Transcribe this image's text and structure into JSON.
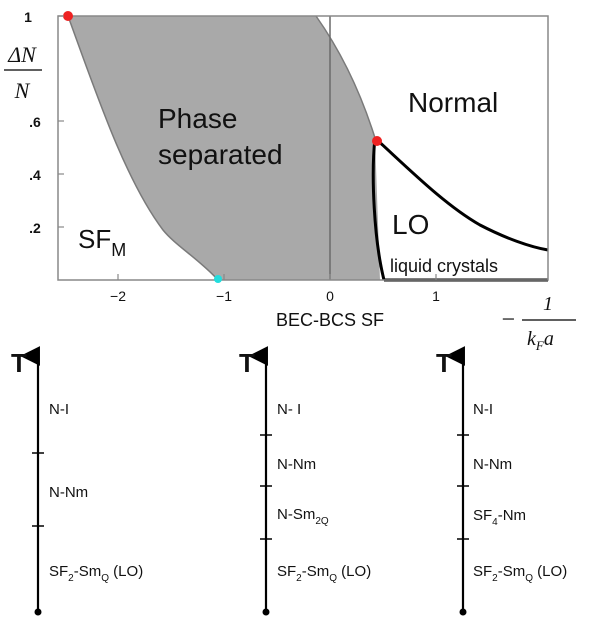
{
  "phase_diagram": {
    "regions": {
      "phase_separated_line1": "Phase",
      "phase_separated_line2": "separated",
      "normal": "Normal",
      "lo": "LO",
      "liquid_crystals": "liquid crystals",
      "sf_m_main": "SF",
      "sf_m_sub": "M"
    },
    "y_axis": {
      "label_top": "ΔN",
      "label_bottom": "N",
      "ticks": [
        "1",
        ".6",
        ".4",
        ".2"
      ],
      "tick_values": [
        1,
        0.6,
        0.4,
        0.2
      ]
    },
    "x_axis": {
      "label": "BEC-BCS SF",
      "ticks": [
        "−2",
        "−1",
        "0",
        "1"
      ],
      "tick_values": [
        -2,
        -1,
        0,
        1
      ],
      "label_right_num": "1",
      "label_right_prefix": "−",
      "label_right_den": "k",
      "label_right_den_sub": "F",
      "label_right_den_tail": "a"
    },
    "colors": {
      "phase_separated_fill": "#a9a9a9",
      "critical_point": "#ee2222",
      "tricritical_point": "#22dddd",
      "boundary": "#000000"
    }
  },
  "temperature_axes": [
    {
      "axis_label": "T",
      "transitions": [
        {
          "main": "N-I",
          "sub": "",
          "tail": ""
        },
        {
          "main": "N-Nm",
          "sub": "",
          "tail": ""
        },
        {
          "main": "SF",
          "sub": "2",
          "tail": "-Sm",
          "sub2": "Q",
          "tail2": " (LO)"
        }
      ]
    },
    {
      "axis_label": "T",
      "transitions": [
        {
          "main": "N- I",
          "sub": "",
          "tail": ""
        },
        {
          "main": "N-Nm",
          "sub": "",
          "tail": ""
        },
        {
          "main": "N-Sm",
          "sub": "2Q",
          "tail": ""
        },
        {
          "main": "SF",
          "sub": "2",
          "tail": "-Sm",
          "sub2": "Q",
          "tail2": " (LO)"
        }
      ]
    },
    {
      "axis_label": "T",
      "transitions": [
        {
          "main": "N-I",
          "sub": "",
          "tail": ""
        },
        {
          "main": "N-Nm",
          "sub": "",
          "tail": ""
        },
        {
          "main": "SF",
          "sub": "4",
          "tail": "-Nm"
        },
        {
          "main": "SF",
          "sub": "2",
          "tail": "-Sm",
          "sub2": "Q",
          "tail2": " (LO)"
        }
      ]
    }
  ]
}
